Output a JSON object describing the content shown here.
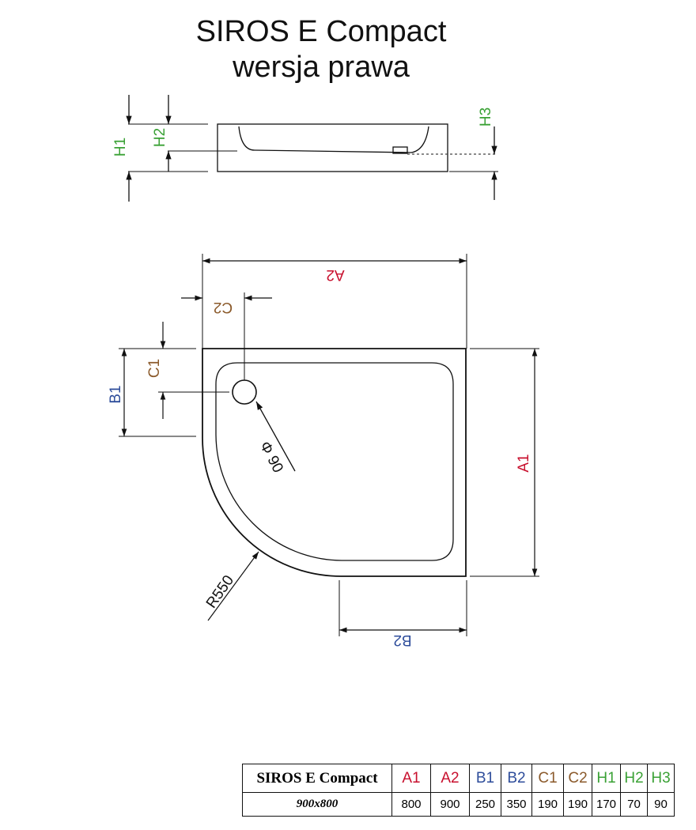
{
  "title": {
    "line1": "SIROS E Compact",
    "line2": "wersja prawa"
  },
  "labels": {
    "h1": "H1",
    "h2": "H2",
    "h3": "H3",
    "a1": "A1",
    "a2": "A2",
    "b1": "B1",
    "b2": "B2",
    "c1": "C1",
    "c2": "C2",
    "drain": "Φ 90",
    "radius": "R550"
  },
  "colors": {
    "a": "#c8102e",
    "b": "#2e4d9b",
    "c": "#8b5a2b",
    "h": "#3aa135"
  },
  "table": {
    "model": "SIROS E Compact",
    "headers": [
      "A1",
      "A2",
      "B1",
      "B2",
      "C1",
      "C2",
      "H1",
      "H2",
      "H3"
    ],
    "size": "900x800",
    "values": [
      "800",
      "900",
      "250",
      "350",
      "190",
      "190",
      "170",
      "70",
      "90"
    ]
  }
}
